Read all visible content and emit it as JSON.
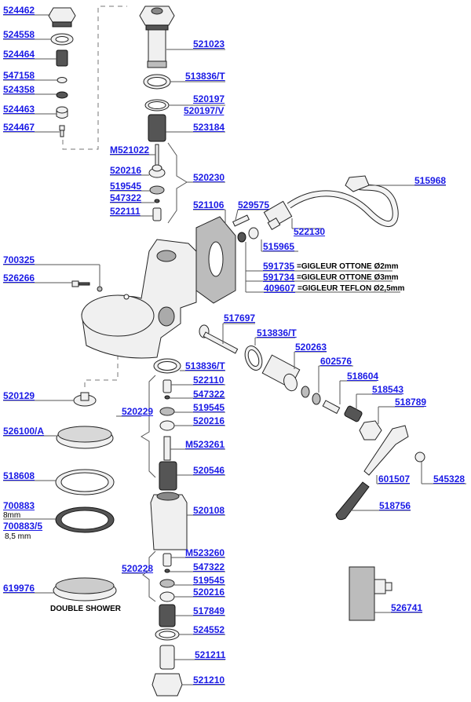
{
  "diagram": {
    "type": "exploded-parts-diagram",
    "subject": "espresso machine group head",
    "label_color": "#1a1ae6"
  },
  "labels": {
    "p524462": "524462",
    "p524558": "524558",
    "p524464": "524464",
    "p547158": "547158",
    "p524358": "524358",
    "p524463": "524463",
    "p524467": "524467",
    "p521023": "521023",
    "p513836T_top": "513836/T",
    "p520197": "520197",
    "p520197V": "520197/V",
    "p523184": "523184",
    "pM521022": "M521022",
    "p520216_a": "520216",
    "p519545_a": "519545",
    "p547322_a": "547322",
    "p522111": "522111",
    "p520230": "520230",
    "p521106": "521106",
    "p529575": "529575",
    "p515968": "515968",
    "p522130": "522130",
    "p515965": "515965",
    "p591735": "591735",
    "p591734": "591734",
    "p409607": "409607",
    "p700325": "700325",
    "p526266": "526266",
    "p517697": "517697",
    "p513836T_mid": "513836/T",
    "p520263": "520263",
    "p602576": "602576",
    "p518604": "518604",
    "p518543": "518543",
    "p518789": "518789",
    "p513836T_low": "513836/T",
    "p522110": "522110",
    "p547322_b": "547322",
    "p519545_b": "519545",
    "p520216_b": "520216",
    "p520229": "520229",
    "pM523261": "M523261",
    "p520546": "520546",
    "p520129": "520129",
    "p526100A": "526100/A",
    "p518608": "518608",
    "p700883": "700883",
    "p700883_5": "700883/5",
    "p601507": "601507",
    "p545328": "545328",
    "p518756": "518756",
    "p520108": "520108",
    "pM523260": "M523260",
    "p520228": "520228",
    "p547322_c": "547322",
    "p519545_c": "519545",
    "p520216_c": "520216",
    "p517849": "517849",
    "p524552": "524552",
    "p521211": "521211",
    "p521210": "521210",
    "p619976": "619976",
    "p526741": "526741"
  },
  "notes": {
    "jet_2mm": "=GIGLEUR OTTONE Ø2mm",
    "jet_3mm": "=GIGLEUR OTTONE Ø3mm",
    "jet_teflon": "=GIGLEUR TEFLON Ø2,5mm",
    "size_8mm": "8mm",
    "size_85mm": "8,5 mm",
    "double_shower": "DOUBLE SHOWER"
  }
}
